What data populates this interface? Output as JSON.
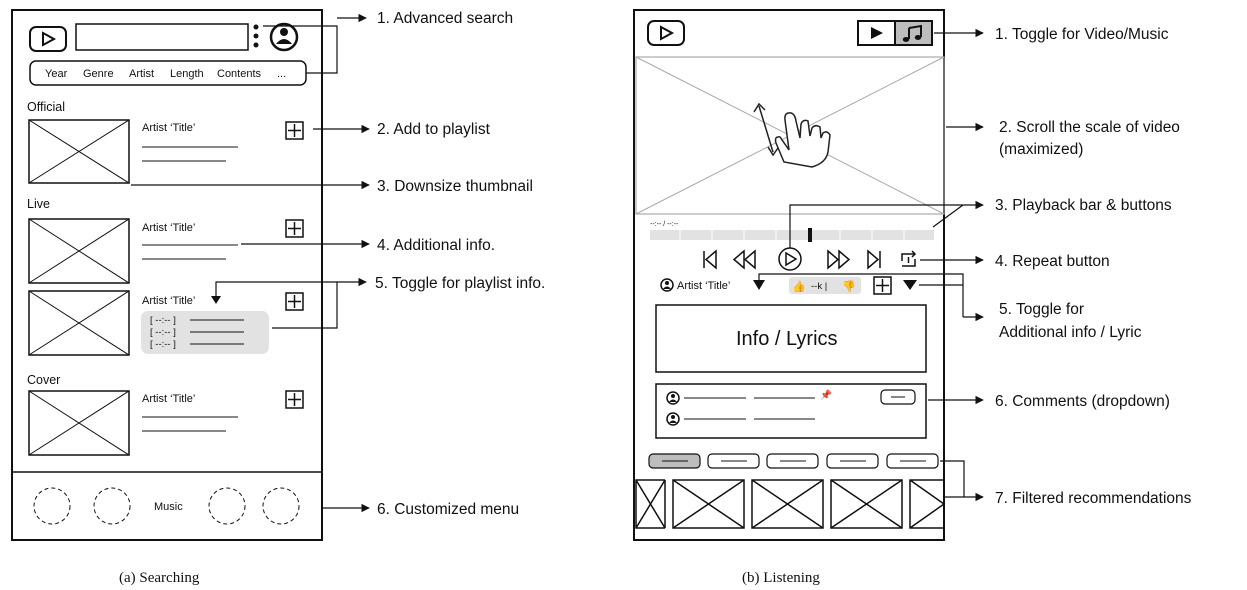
{
  "searching": {
    "filters": [
      "Year",
      "Genre",
      "Artist",
      "Length",
      "Contents",
      "..."
    ],
    "sections": {
      "official": "Official",
      "live": "Live",
      "cover": "Cover"
    },
    "item_title": "Artist ‘Title’",
    "playlist_lines": [
      "[ --:-- ]",
      "[ --:-- ]",
      "[ --:-- ]"
    ],
    "bottom_menu_label": "Music",
    "annotations": [
      "1. Advanced search",
      "2. Add to playlist",
      "3. Downsize thumbnail",
      "4. Additional info.",
      "5. Toggle for playlist info.",
      "6. Customized menu"
    ],
    "caption": "(a)  Searching"
  },
  "listening": {
    "time_label": "--:-- / --:--",
    "artist_title": "Artist ‘Title’",
    "likes_label": "--k |",
    "info_label": "Info / Lyrics",
    "annotations": [
      "1. Toggle for Video/Music",
      "2. Scroll the scale of video",
      "(maximized)",
      "3. Playback bar & buttons",
      "4. Repeat button",
      "5. Toggle for",
      "Additional info / Lyric",
      "6. Comments (dropdown)",
      "7. Filtered recommendations"
    ],
    "caption": "(b)  Listening"
  },
  "icons": [
    "play-icon",
    "menu-dots-icon",
    "profile-icon",
    "plus-box-icon",
    "triangle-down-icon",
    "pointer-hand-icon",
    "previous-icon",
    "rewind-icon",
    "play-circle-icon",
    "fast-forward-icon",
    "next-icon",
    "repeat-icon",
    "thumbs-up-icon",
    "thumbs-down-icon",
    "pin-icon",
    "music-note-icon"
  ]
}
